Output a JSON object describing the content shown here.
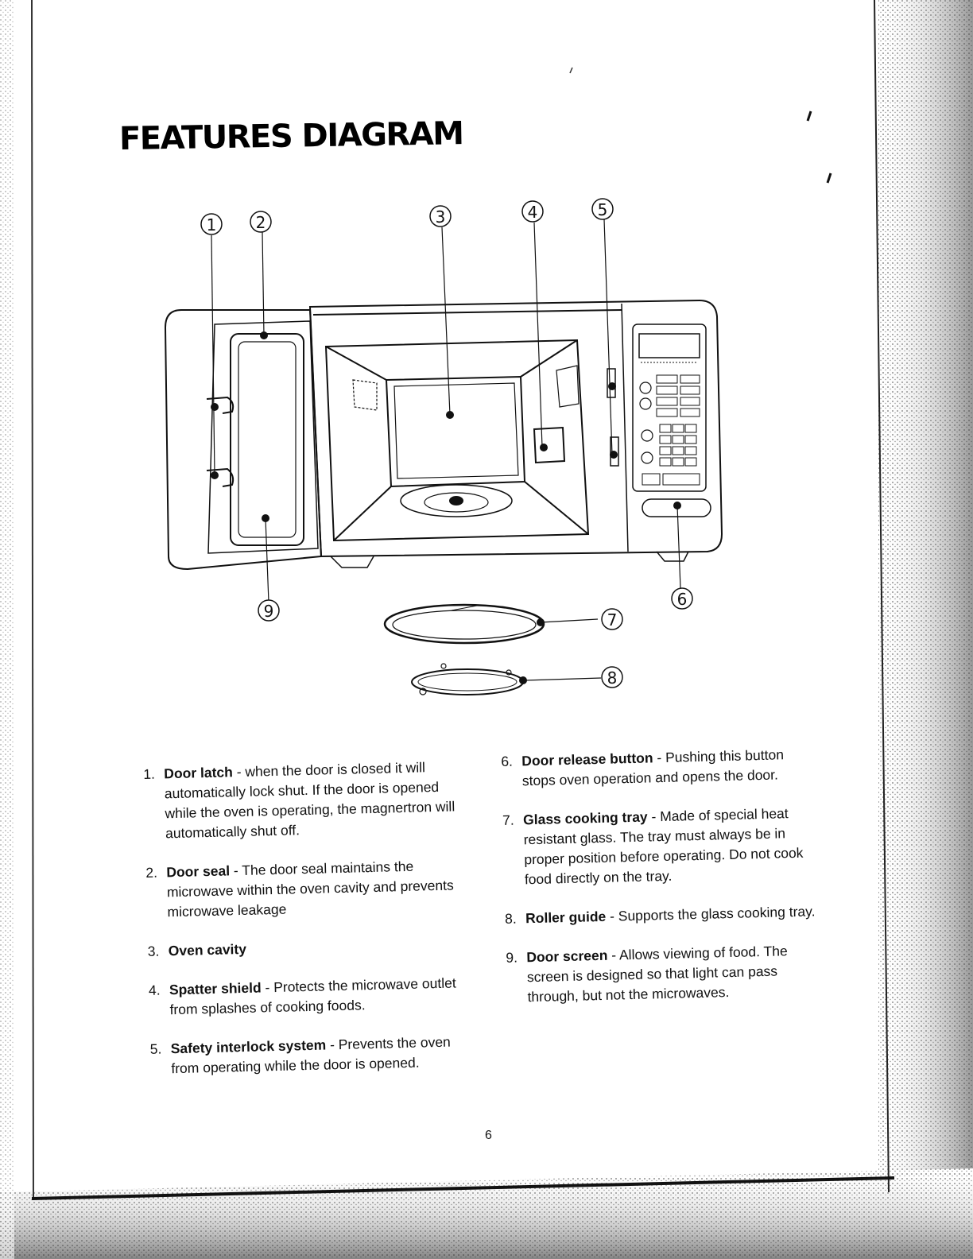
{
  "page": {
    "title": "FEATURES DIAGRAM",
    "page_number": "6"
  },
  "diagram": {
    "callouts": [
      "1",
      "2",
      "3",
      "4",
      "5",
      "6",
      "7",
      "8",
      "9"
    ]
  },
  "features": [
    {
      "number": "1.",
      "term": "Door latch",
      "description": " - when the door is closed it will automatically lock shut. If the door is opened while the oven is operating, the magnertron will automatically shut off."
    },
    {
      "number": "2.",
      "term": "Door seal",
      "description": " - The door seal maintains the microwave within the oven cavity and prevents microwave leakage"
    },
    {
      "number": "3.",
      "term": "Oven cavity",
      "description": ""
    },
    {
      "number": "4.",
      "term": "Spatter shield",
      "description": " - Protects the microwave outlet from splashes of cooking foods."
    },
    {
      "number": "5.",
      "term": "Safety interlock system",
      "description": " - Prevents the oven from operating while the door is opened."
    },
    {
      "number": "6.",
      "term": "Door release button",
      "description": " - Pushing this button stops oven operation and opens the door."
    },
    {
      "number": "7.",
      "term": "Glass cooking tray",
      "description": " - Made of special heat resistant glass. The tray must always be in proper position before operating. Do not cook food directly on the tray."
    },
    {
      "number": "8.",
      "term": "Roller guide",
      "description": " - Supports the glass cooking tray."
    },
    {
      "number": "9.",
      "term": "Door screen",
      "description": " - Allows viewing of food. The screen is designed so that light can pass through, but not the microwaves."
    }
  ]
}
